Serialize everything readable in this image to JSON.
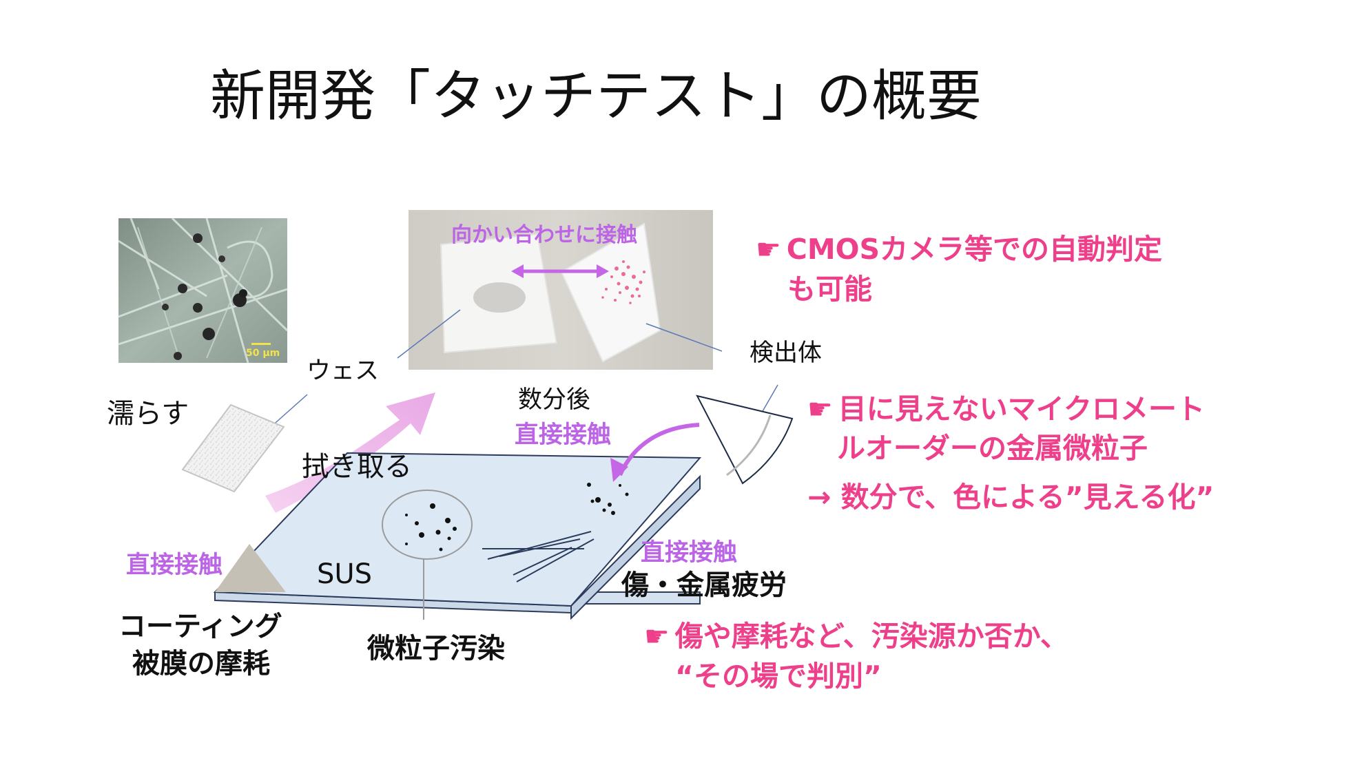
{
  "slide": {
    "title": "新開発「タッチテスト」の概要"
  },
  "micrograph": {
    "scale_label": "50 μm"
  },
  "photo": {
    "label": "向かい合わせに接触"
  },
  "labels": {
    "wes": "ウェス",
    "detector": "検出体",
    "wet": "濡らす",
    "wipe": "拭き取る",
    "after_minutes": "数分後",
    "direct_contact_top": "直接接触",
    "direct_contact_left": "直接接触",
    "direct_contact_right": "直接接触",
    "sus": "SUS",
    "scratch_fatigue": "傷・金属疲労",
    "coating_wear_1": "コーティング",
    "coating_wear_2": "被膜の摩耗",
    "particle_contamination": "微粒子汚染"
  },
  "notes": {
    "pointer_icon": "pointing-hand-icon",
    "pointer_glyph": "☛",
    "cmos_1": "CMOSカメラ等での自動判定",
    "cmos_2": "も可能",
    "micro_1": "目に見えないマイクロメート",
    "micro_2": "ルオーダーの金属微粒子",
    "micro_3": "→ 数分で、色による”見える化”",
    "wear_1": "傷や摩耗など、汚染源か否か、",
    "wear_2": "“その場で判別”"
  },
  "colors": {
    "accent_pink": "#ee3f8a",
    "accent_violet": "#bc64e6",
    "plate_fill": "#dde8f5",
    "plate_stroke": "#2a3b5c"
  }
}
